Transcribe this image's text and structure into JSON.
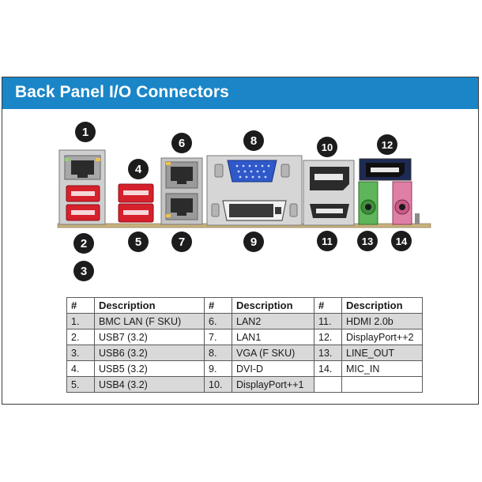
{
  "header": {
    "title": "Back Panel I/O Connectors"
  },
  "callouts": [
    "1",
    "2",
    "3",
    "4",
    "5",
    "6",
    "7",
    "8",
    "9",
    "10",
    "11",
    "12",
    "13",
    "14"
  ],
  "table": {
    "headers": [
      "#",
      "Description",
      "#",
      "Description",
      "#",
      "Description"
    ],
    "rows": [
      [
        "1.",
        "BMC LAN (F SKU)",
        "6.",
        "LAN2",
        "11.",
        "HDMI 2.0b"
      ],
      [
        "2.",
        "USB7 (3.2)",
        "7.",
        "LAN1",
        "12.",
        "DisplayPort++2"
      ],
      [
        "3.",
        "USB6 (3.2)",
        "8.",
        "VGA (F SKU)",
        "13.",
        "LINE_OUT"
      ],
      [
        "4.",
        "USB5 (3.2)",
        "9.",
        "DVI-D",
        "14.",
        "MIC_IN"
      ],
      [
        "5.",
        "USB4 (3.2)",
        "10.",
        "DisplayPort++1",
        "",
        ""
      ]
    ]
  },
  "colors": {
    "title_bar": "#1a86c8",
    "usb_red": "#d6202c",
    "vga_blue": "#2f58c8",
    "line_out_green": "#5fb55a",
    "mic_in_pink": "#e07fa6",
    "table_shade": "#d9d9d9",
    "callout_fill": "#1c1c1c"
  }
}
